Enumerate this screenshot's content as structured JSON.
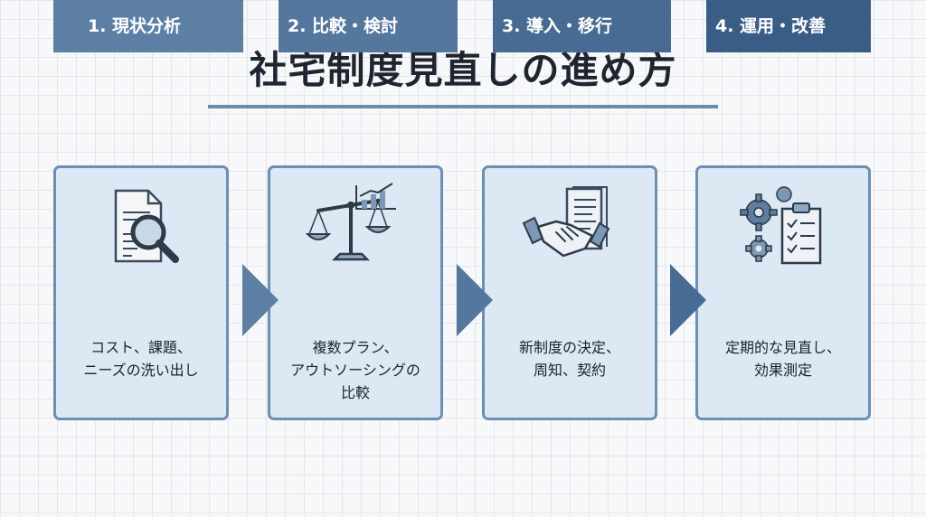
{
  "title": "社宅制度見直しの進め方",
  "colors": {
    "step1": "#5d7fa4",
    "step2": "#54779e",
    "step3": "#476b93",
    "step4": "#3a5d86",
    "frame": "#6d8fb3",
    "card": "#dce8f3"
  },
  "steps": [
    {
      "label": "1. 現状分析",
      "desc": [
        "コスト、課題、",
        "ニーズの洗い出し"
      ],
      "icon": "document-magnifier-icon"
    },
    {
      "label": "2. 比較・検討",
      "desc": [
        "複数プラン、",
        "アウトソーシングの",
        "比較"
      ],
      "icon": "balance-scale-chart-icon"
    },
    {
      "label": "3. 導入・移行",
      "desc": [
        "新制度の決定、",
        "周知、契約"
      ],
      "icon": "handshake-contract-icon"
    },
    {
      "label": "4. 運用・改善",
      "desc": [
        "定期的な見直し、",
        "効果測定"
      ],
      "icon": "gears-checklist-icon"
    }
  ]
}
